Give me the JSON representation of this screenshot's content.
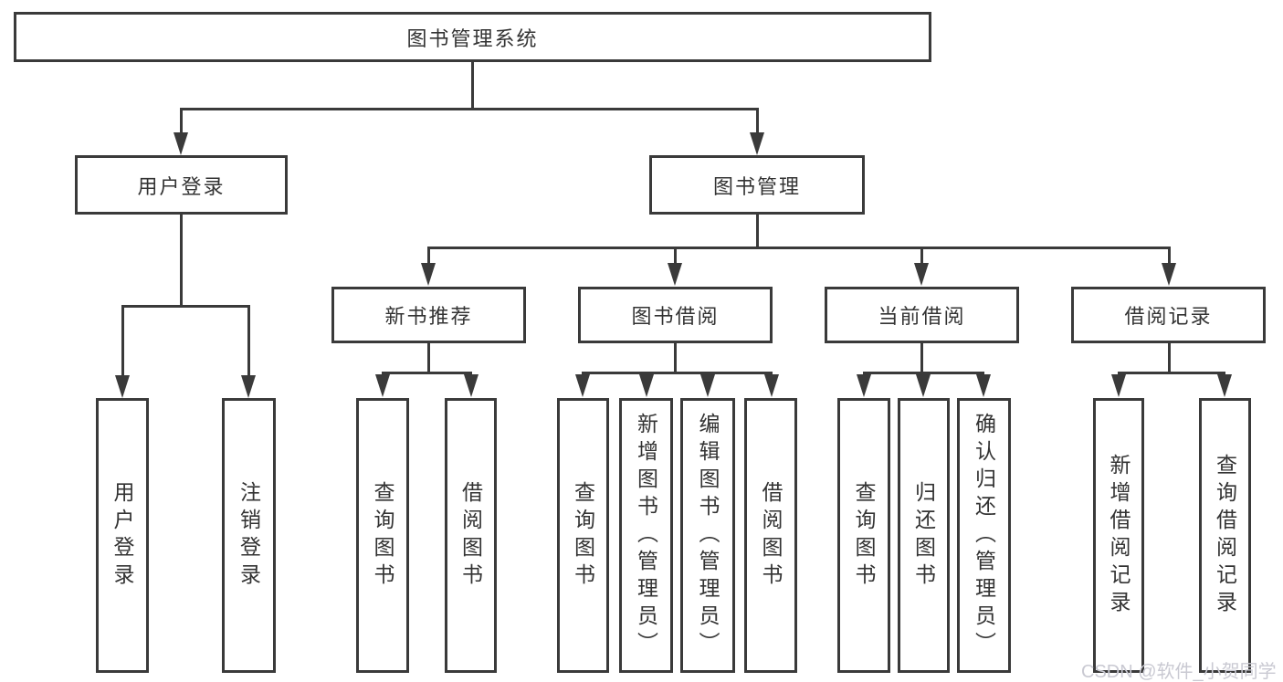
{
  "colors": {
    "line": "#3a3a3a",
    "box_border": "#3a3a3a",
    "box_fill": "#ffffff",
    "text": "#333333",
    "watermark": "#c9c9d2",
    "background": "#ffffff"
  },
  "diagram": {
    "root": {
      "label": "图书管理系统"
    },
    "level2": [
      {
        "label": "用户登录"
      },
      {
        "label": "图书管理"
      }
    ],
    "level3": [
      {
        "label": "新书推荐"
      },
      {
        "label": "图书借阅"
      },
      {
        "label": "当前借阅"
      },
      {
        "label": "借阅记录"
      }
    ],
    "leaves": [
      {
        "label": "用户登录"
      },
      {
        "label": "注销登录"
      },
      {
        "label": "查询图书"
      },
      {
        "label": "借阅图书"
      },
      {
        "label": "查询图书"
      },
      {
        "label": "新增图书（管理员）"
      },
      {
        "label": "编辑图书（管理员）"
      },
      {
        "label": "借阅图书"
      },
      {
        "label": "查询图书"
      },
      {
        "label": "归还图书"
      },
      {
        "label": "确认归还（管理员）"
      },
      {
        "label": "新增借阅记录"
      },
      {
        "label": "查询借阅记录"
      }
    ]
  },
  "watermark": {
    "label": "CSDN @软件_小贺同学"
  }
}
